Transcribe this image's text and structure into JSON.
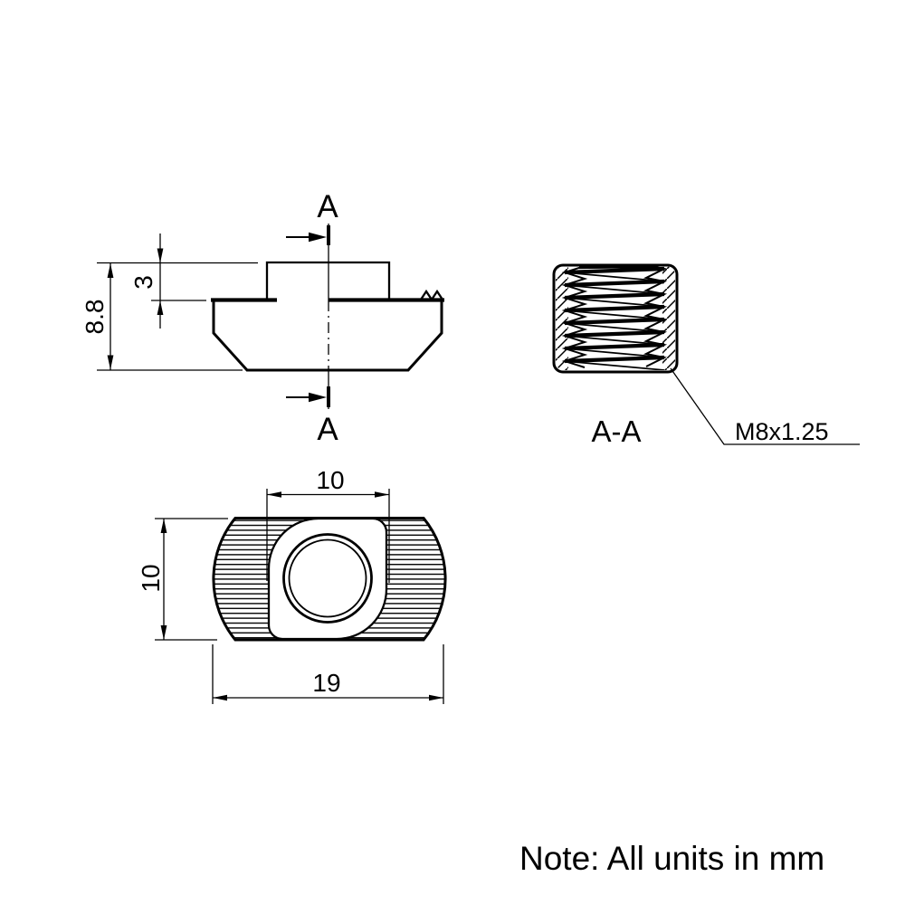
{
  "drawing": {
    "background": "#ffffff",
    "line_color": "#000000",
    "note": "Note: All units in mm",
    "side_view": {
      "section_label_top": "A",
      "section_label_bottom": "A",
      "dim_total_height": "8.8",
      "dim_boss_height": "3"
    },
    "section_view": {
      "label": "A-A",
      "thread_callout": "M8x1.25"
    },
    "top_view": {
      "dim_boss_width": "10",
      "dim_body_width": "10",
      "dim_length": "19"
    }
  }
}
